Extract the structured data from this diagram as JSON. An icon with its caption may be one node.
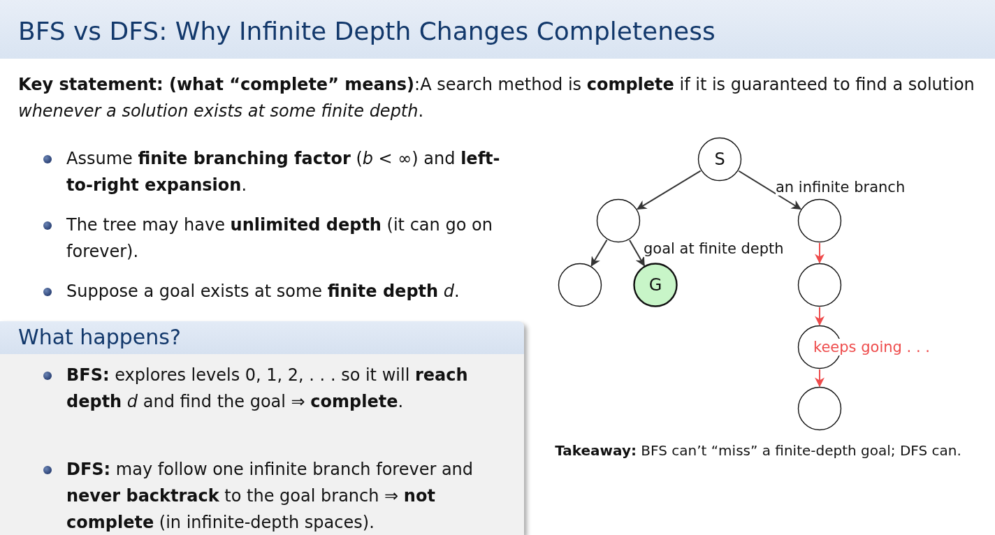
{
  "diagram": {
    "title": "BFS vs DFS: Why Infinite Depth Changes Completeness",
    "nodes": [
      {
        "text": [
          "What happens?",
          "**BFS:** explores levels 0, 1, 2, . . . so it will **reach depth** *d* and find the goal ⇒ **complete**.",
          "**DFS:** may follow one infinite branch forever and **never backtrack** to the goal branch ⇒ **not complete** (in infinite-depth spaces)."
        ]
      },
      {
        "text": [
          "S"
        ]
      },
      {
        "text": [],
        "shape": "circle"
      },
      {
        "text": [],
        "shape": "circle"
      },
      {
        "text": [],
        "shape": "circle"
      },
      {
        "text": [
          "G"
        ]
      },
      {
        "text": [],
        "shape": "circle"
      },
      {
        "text": [],
        "shape": "circle",
        "beside": [
          "keeps going . . ."
        ]
      },
      {
        "text": [],
        "shape": "circle"
      }
    ],
    "edges": [
      {
        "from": 1,
        "to": 2,
        "arrow": "to"
      },
      {
        "from": 1,
        "to": 3,
        "arrow": "to",
        "label": "an infinite branch"
      },
      {
        "from": 2,
        "to": 4,
        "arrow": "to"
      },
      {
        "from": 2,
        "to": 5,
        "arrow": "to",
        "label": "goal at finite depth"
      },
      {
        "from": 3,
        "to": 6,
        "arrow": "to",
        "color": "#ee4b4b"
      },
      {
        "from": 6,
        "to": 7,
        "arrow": "to",
        "color": "#ee4b4b"
      },
      {
        "from": 7,
        "to": 8,
        "arrow": "to",
        "color": "#ee4b4b"
      }
    ],
    "labels": [
      "**Key statement: (what “complete” means)**:A search method is **complete** if it is guaranteed to find a solution *whenever a solution exists at some finite depth*.",
      "Assume **finite branching factor** (*b* < ∞) and **left-to-right expansion**.",
      "The tree may have **unlimited depth** (it can go on forever).",
      "Suppose a goal exists at some **finite depth** *d*.",
      "**Takeaway:** BFS can’t “miss” a finite-depth goal; DFS can."
    ]
  }
}
